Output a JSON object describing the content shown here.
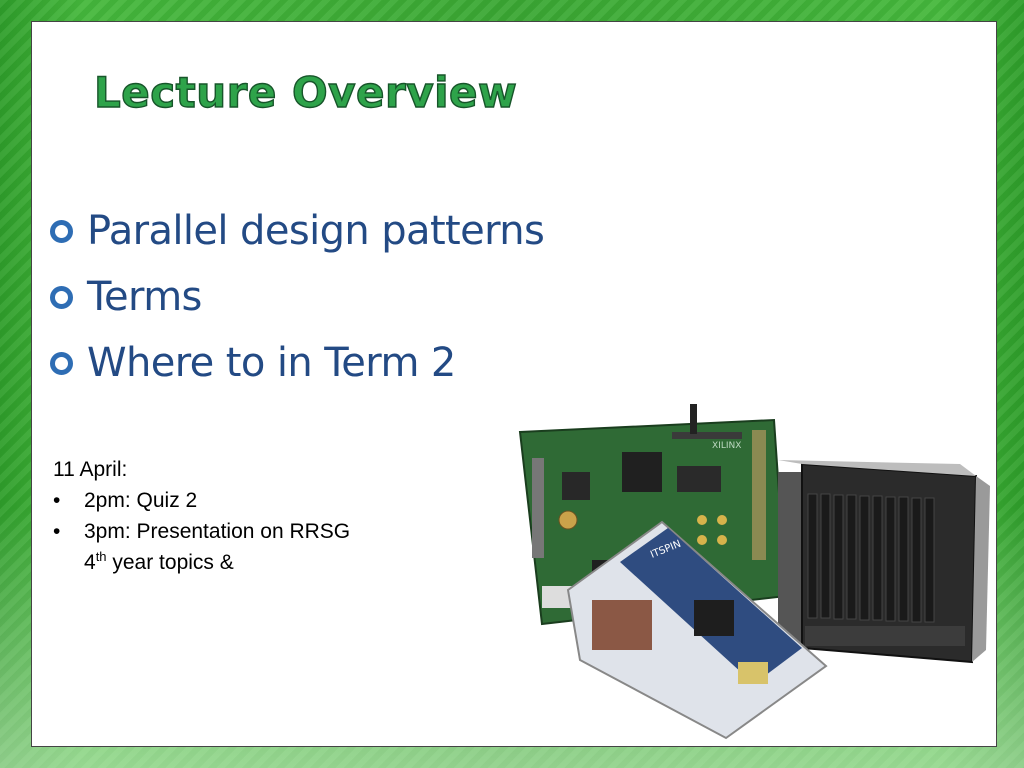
{
  "slide": {
    "title": "Lecture Overview",
    "bullets": [
      {
        "label": "Parallel design patterns"
      },
      {
        "label": "Terms"
      },
      {
        "label": "Where to in Term 2"
      }
    ],
    "note": {
      "date": "11 April:",
      "items": [
        {
          "marker": "•",
          "text": "2pm: Quiz 2"
        },
        {
          "marker": "•",
          "text": "3pm: Presentation on RRSG"
        }
      ],
      "continuation": {
        "ordinal": "4",
        "suffix": "th",
        "rest": " year topics &"
      }
    },
    "image": {
      "logo_text": "XILINX",
      "board_label": "ITSPIN"
    }
  },
  "colors": {
    "title": "#2ea34a",
    "bullet_text": "#234a84",
    "bullet_icon": "#2e6db4",
    "background": "#3aa733"
  }
}
